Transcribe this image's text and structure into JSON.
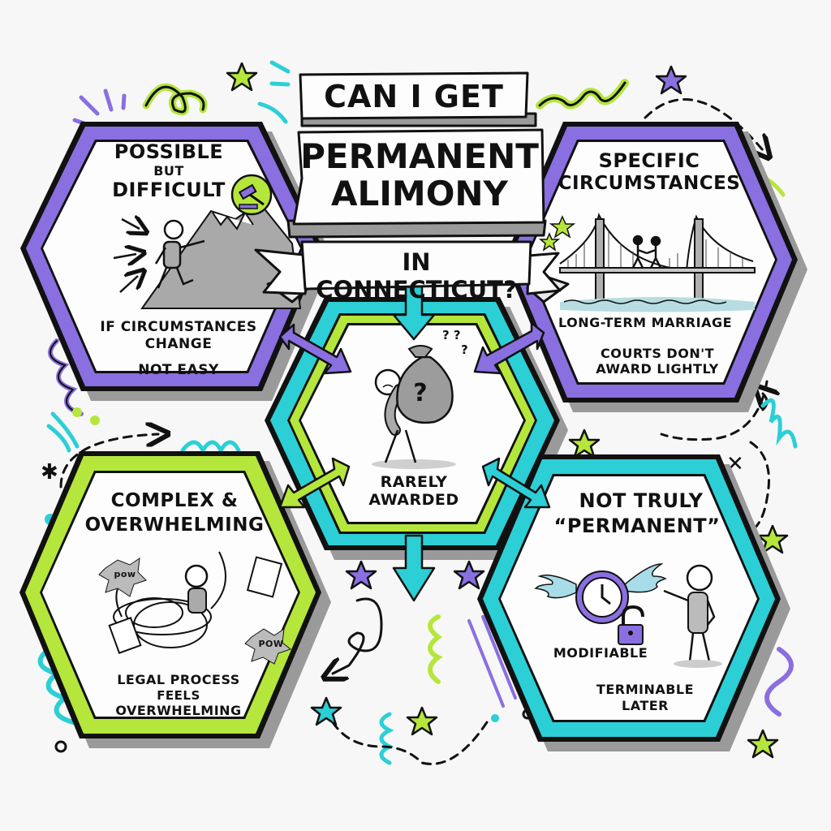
{
  "title": {
    "line1": "CAN I GET",
    "line2": "PERMANENT",
    "line3": "ALIMONY",
    "line4": "IN CONNECTICUT?"
  },
  "center": {
    "label_line1": "RARELY",
    "label_line2": "AWARDED",
    "illustration": "stick-figure-carrying-money-bag-with-question-mark"
  },
  "panels": {
    "top_left": {
      "heading_line1": "POSSIBLE",
      "heading_line2": "BUT",
      "heading_line3": "DIFFICULT",
      "caption_line1": "IF CIRCUMSTANCES",
      "caption_line2": "CHANGE",
      "caption_line3": "NOT EASY",
      "illustration": "stick-figure-climbing-mountain-with-gavel",
      "color": "#8a6fe0"
    },
    "top_right": {
      "heading_line1": "SPECIFIC",
      "heading_line2": "CIRCUMSTANCES",
      "caption_line1": "LONG-TERM MARRIAGE",
      "caption_line2": "COURTS DON'T",
      "caption_line3": "AWARD LIGHTLY",
      "illustration": "couple-walking-on-suspension-bridge",
      "color": "#8a6fe0"
    },
    "bottom_left": {
      "heading_line1": "COMPLEX &",
      "heading_line2": "OVERWHELMING",
      "caption_line1": "LEGAL PROCESS",
      "caption_line2": "FEELS",
      "caption_line3": "OVERWHELMING",
      "illustration": "tangled-stick-figure-with-documents-and-pow",
      "pow1": "POW",
      "pow2": "POW",
      "color": "#b5e63c"
    },
    "bottom_right": {
      "heading_line1": "NOT TRULY",
      "heading_line2": "“PERMANENT”",
      "caption_line1": "MODIFIABLE",
      "caption_line2": "TERMINABLE",
      "caption_line3": "LATER",
      "illustration": "winged-clock-with-open-padlock-and-stick-figure",
      "color": "#2ccfd6"
    }
  },
  "colors": {
    "purple": "#8a6fe0",
    "lime": "#b5e63c",
    "cyan": "#2ccfd6",
    "shadow": "#9a9a9a",
    "outline": "#111111",
    "background": "#f7f7f7"
  }
}
